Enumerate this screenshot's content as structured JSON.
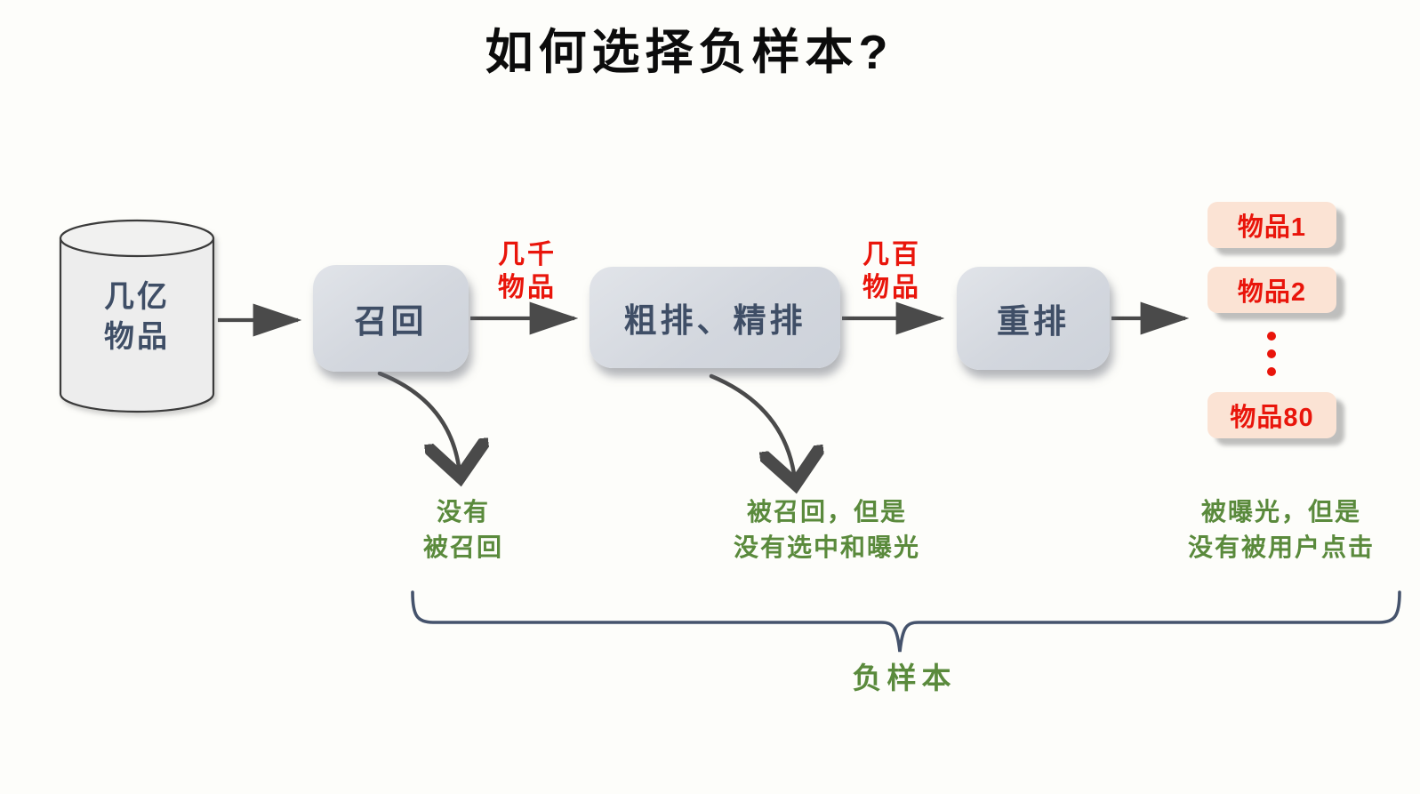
{
  "title": "如何选择负样本?",
  "colors": {
    "background": "#fdfdfa",
    "title_text": "#0c0c0c",
    "stage_fill": "#d4d8df",
    "stage_text": "#3f4e66",
    "cylinder_fill": "#ededed",
    "cylinder_outline": "#3b3b3b",
    "item_card_fill": "#fbe3d4",
    "red_accent": "#e9150b",
    "green_accent": "#5a8a3c",
    "arrow": "#4a4a4a",
    "brace": "#45536c"
  },
  "cylinder": {
    "line1": "几亿",
    "line2": "物品"
  },
  "stages": {
    "recall": "召回",
    "ranking": "粗排、精排",
    "rerank": "重排"
  },
  "flow_labels": {
    "to_ranking": {
      "line1": "几千",
      "line2": "物品"
    },
    "to_rerank": {
      "line1": "几百",
      "line2": "物品"
    }
  },
  "results": {
    "item1": "物品1",
    "item2": "物品2",
    "ellipsis": "⋮",
    "item_last": "物品80"
  },
  "notes": {
    "not_recalled": {
      "line1": "没有",
      "line2": "被召回"
    },
    "recalled_not_exposed": {
      "line1": "被召回，但是",
      "line2": "没有选中和曝光"
    },
    "exposed_not_clicked": {
      "line1": "被曝光，但是",
      "line2": "没有被用户点击"
    }
  },
  "brace_label": "负样本"
}
